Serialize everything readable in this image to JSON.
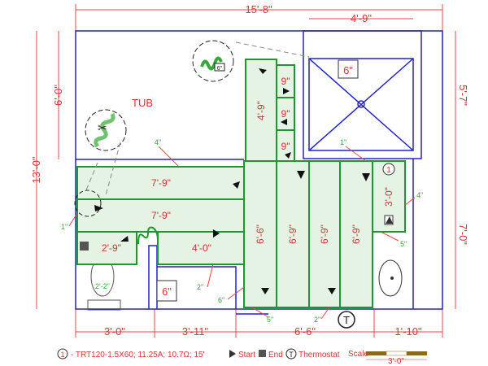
{
  "dimensions": {
    "total_width": "15'-8\"",
    "shower_width": "4'-9\"",
    "total_height": "13'-0\"",
    "tub_height": "6'-0\"",
    "right_top": "5'-7\"",
    "right_bottom": "7'-0\"",
    "bottom": [
      "3'-0\"",
      "3'-11\"",
      "6'-6\"",
      "1'-10\""
    ]
  },
  "rooms": {
    "tub": "TUB",
    "shower_drain": "6\"",
    "floor_drain": "6\""
  },
  "mats": {
    "row1": "7'-9\"",
    "row2": "7'-9\"",
    "small_left": "2'-9\"",
    "small_right": "4'-0\"",
    "vertical": "4'-9\"",
    "strip1": "9\"",
    "strip2": "9\"",
    "strip3": "9\"",
    "col1": "6'-6\"",
    "col2": "6'-9\"",
    "col3": "6'-9\"",
    "col4": "6'-9\"",
    "right": "3'-0\"",
    "toilet": "2'-2\""
  },
  "clearances": {
    "c4": "4\"",
    "c1a": "1\"",
    "c1b": "1\"",
    "c4b": "4\"",
    "c5a": "5\"",
    "c2a": "2\"",
    "c6": "6\"",
    "c5b": "5\"",
    "c2b": "2\"",
    "thermo_callout": "6\""
  },
  "markers": {
    "cable_number": "1",
    "thermostat": "T"
  },
  "legend": {
    "cable": "- TRT120-1.5X60; 11.25A; 10.7Ω; 15'",
    "start": "Start",
    "end": "End",
    "thermostat": "Thermostat",
    "scale": "Scale",
    "scale_length": "3'-0\""
  },
  "colors": {
    "wall": "#2222cc",
    "mat": "#1a9a2a",
    "dimension": "#dd3333"
  }
}
